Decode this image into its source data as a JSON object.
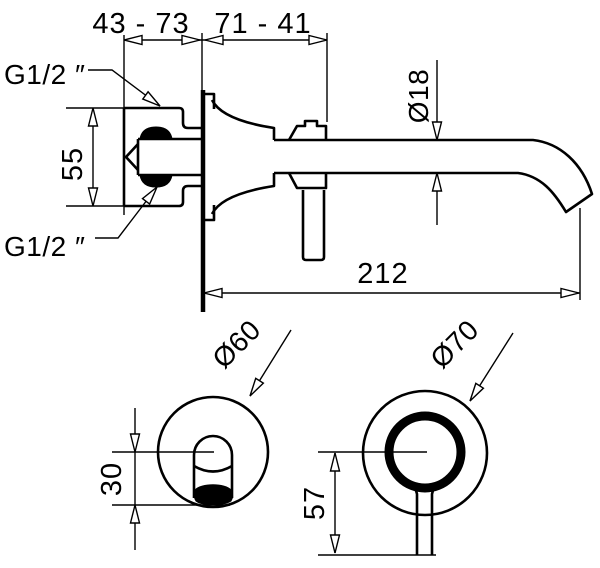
{
  "colors": {
    "line": "#000000",
    "background": "#ffffff",
    "fill": "#000000"
  },
  "side_view": {
    "dim_wall_depth_range": "43 - 73",
    "dim_spout_base_range": "71 - 41",
    "dim_body_height": "55",
    "dim_spout_diameter": "Ø18",
    "dim_spout_reach": "212",
    "thread_label_top": "G1/2 ″",
    "thread_label_bottom": "G1/2 ″"
  },
  "handle_front_view": {
    "dim_escutcheon_diameter": "Ø60",
    "dim_lever_drop": "30"
  },
  "spout_front_view": {
    "dim_escutcheon_diameter": "Ø70",
    "dim_outlet_drop": "57"
  }
}
